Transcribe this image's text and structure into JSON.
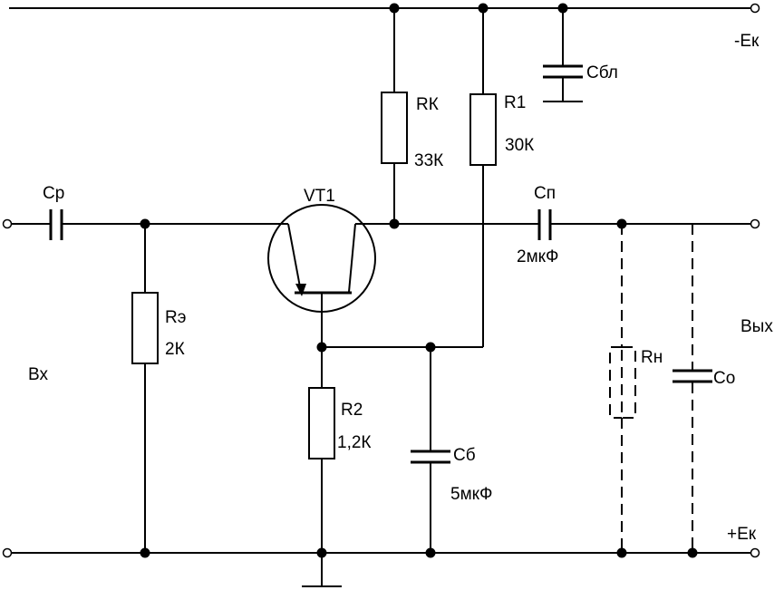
{
  "labels": {
    "supply_neg": "-Ек",
    "supply_pos": "+Ек",
    "input": "Вх",
    "output": "Вых",
    "transistor": "VT1",
    "rk_name": "RК",
    "rk_value": "33К",
    "r1_name": "R1",
    "r1_value": "30К",
    "cbl_name": "Сбл",
    "cp_name": "Ср",
    "re_name": "Rэ",
    "re_value": "2К",
    "r2_name": "R2",
    "r2_value": "1,2К",
    "cb_name": "Сб",
    "cb_value": "5мкФ",
    "cpp_name": "Сп",
    "cpp_value": "2мкФ",
    "rn_name": "Rн",
    "co_name": "Со"
  }
}
